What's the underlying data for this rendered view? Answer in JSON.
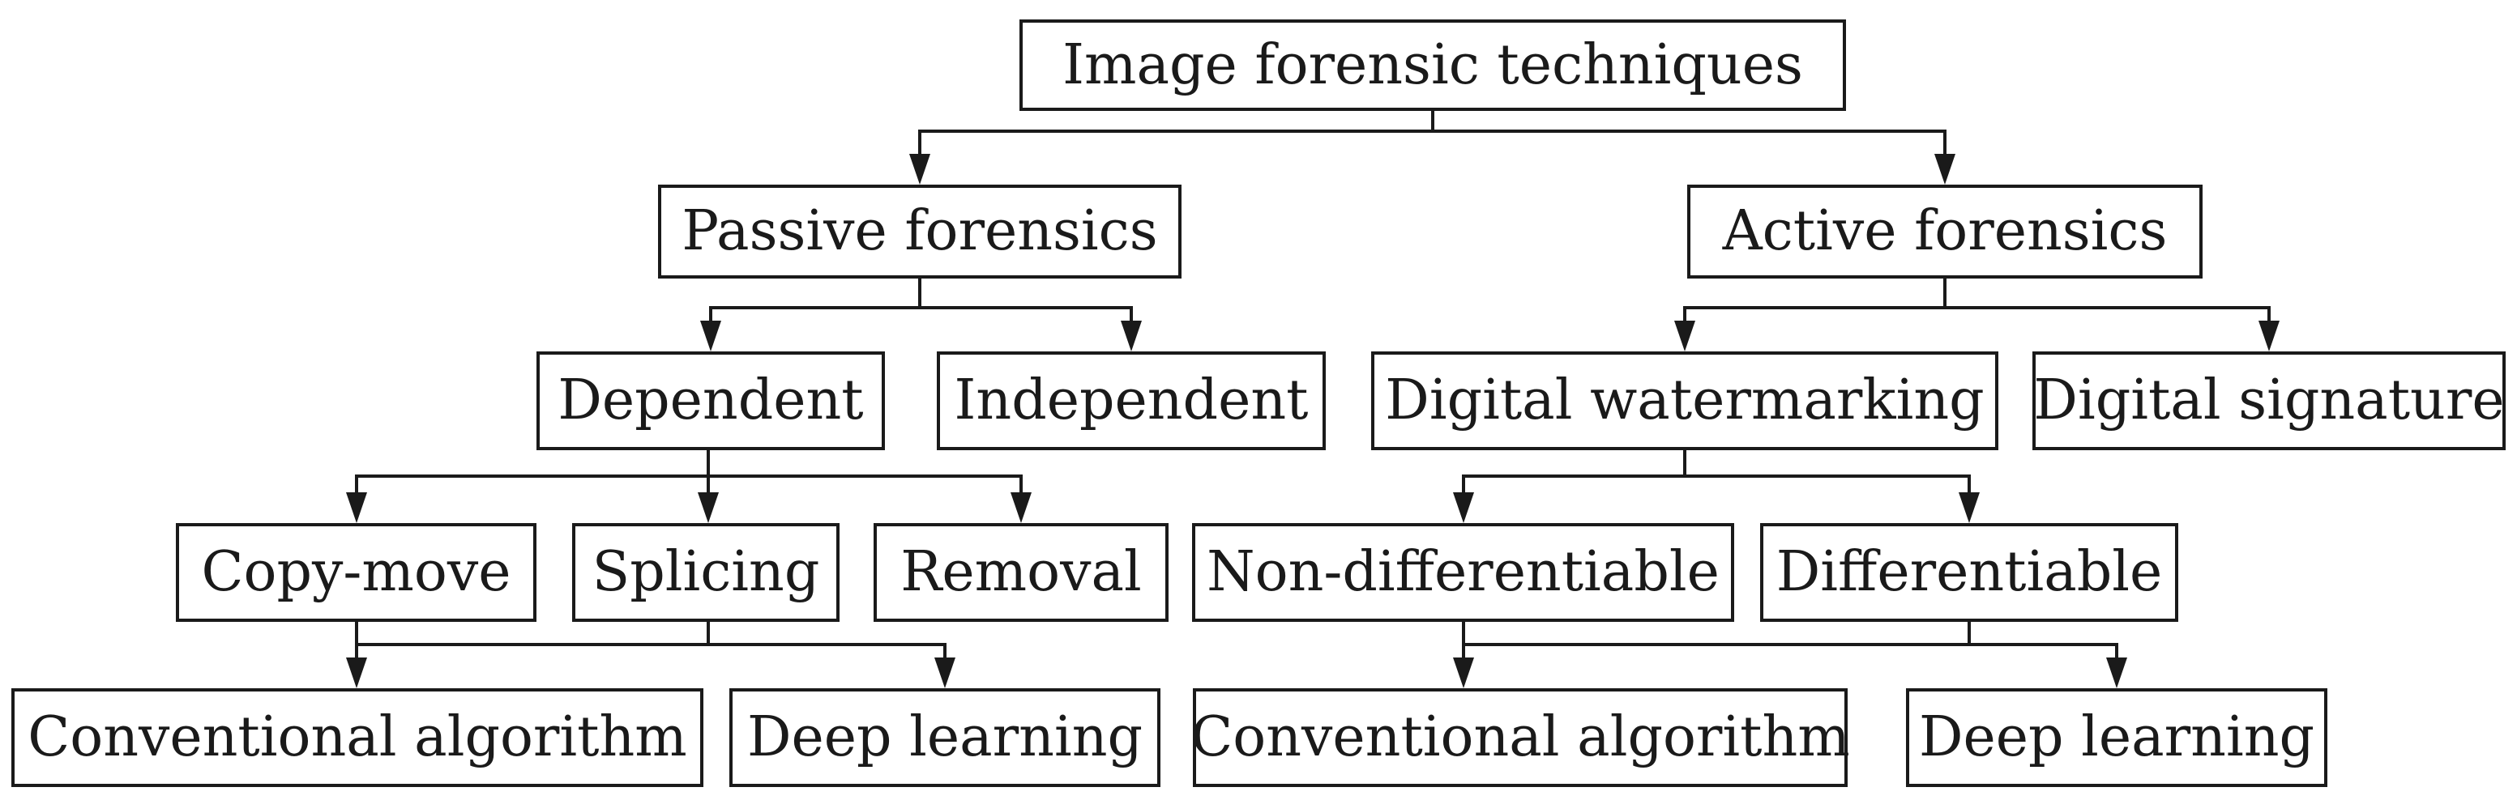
{
  "diagram": {
    "type": "tree",
    "orientation": "top-down",
    "colors": {
      "line": "#1a1a1a",
      "text": "#1a1a1a",
      "box_border": "#1a1a1a",
      "box_background": "#ffffff",
      "page_background": "#ffffff"
    }
  },
  "nodes": {
    "root": {
      "label": "Image forensic techniques"
    },
    "passive": {
      "label": "Passive forensics"
    },
    "active": {
      "label": "Active forensics"
    },
    "dependent": {
      "label": "Dependent"
    },
    "independent": {
      "label": "Independent"
    },
    "watermarking": {
      "label": "Digital watermarking"
    },
    "signature": {
      "label": "Digital signature"
    },
    "copy_move": {
      "label": "Copy-move"
    },
    "splicing": {
      "label": "Splicing"
    },
    "removal": {
      "label": "Removal"
    },
    "non_differentiable": {
      "label": "Non-differentiable"
    },
    "differentiable": {
      "label": "Differentiable"
    },
    "conventional_left": {
      "label": "Conventional algorithm"
    },
    "deep_left": {
      "label": "Deep learning"
    },
    "conventional_right": {
      "label": "Conventional algorithm"
    },
    "deep_right": {
      "label": "Deep learning"
    }
  },
  "edges": [
    {
      "from": [
        "root"
      ],
      "to": [
        "passive",
        "active"
      ]
    },
    {
      "from": [
        "passive"
      ],
      "to": [
        "dependent",
        "independent"
      ]
    },
    {
      "from": [
        "active"
      ],
      "to": [
        "watermarking",
        "signature"
      ]
    },
    {
      "from": [
        "dependent"
      ],
      "to": [
        "copy_move",
        "splicing",
        "removal"
      ]
    },
    {
      "from": [
        "watermarking"
      ],
      "to": [
        "non_differentiable",
        "differentiable"
      ]
    },
    {
      "from": [
        "copy_move",
        "splicing"
      ],
      "to": [
        "conventional_left",
        "deep_left"
      ]
    },
    {
      "from": [
        "non_differentiable",
        "differentiable"
      ],
      "to": [
        "conventional_right",
        "deep_right"
      ]
    }
  ]
}
